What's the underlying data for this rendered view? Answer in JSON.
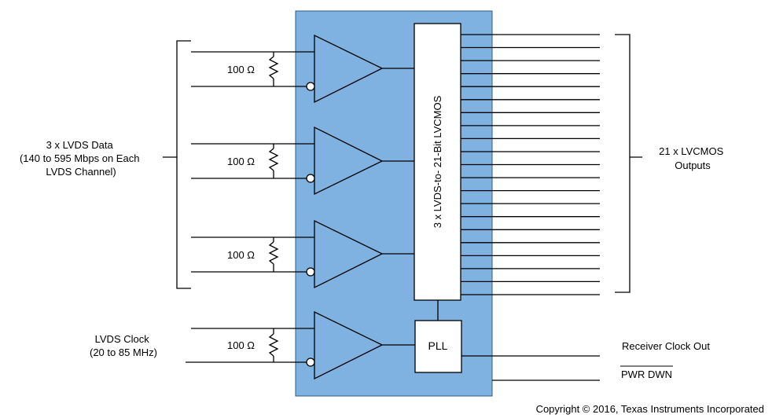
{
  "labels": {
    "data_group": [
      "3 x LVDS Data",
      "(140 to 595 Mbps on Each",
      "LVDS Channel)"
    ],
    "clock_group": [
      "LVDS Clock",
      "(20 to 85 MHz)"
    ],
    "resistor_values": [
      "100 Ω",
      "100 Ω",
      "100 Ω",
      "100 Ω"
    ],
    "converter": "3 x LVDS-to- 21-Bit LVCMOS",
    "pll": "PLL",
    "outputs": [
      "21 x LVCMOS",
      "Outputs"
    ],
    "receiver_clock_out": "Receiver Clock Out",
    "pwr_dwn": "PWR DWN",
    "copyright": "Copyright © 2016, Texas Instruments Incorporated"
  },
  "colors": {
    "chip_fill": "#7fb2e0",
    "chip_stroke": "#2d5f8a",
    "block_fill": "#ffffff",
    "line": "#000000"
  },
  "output_count": 21
}
